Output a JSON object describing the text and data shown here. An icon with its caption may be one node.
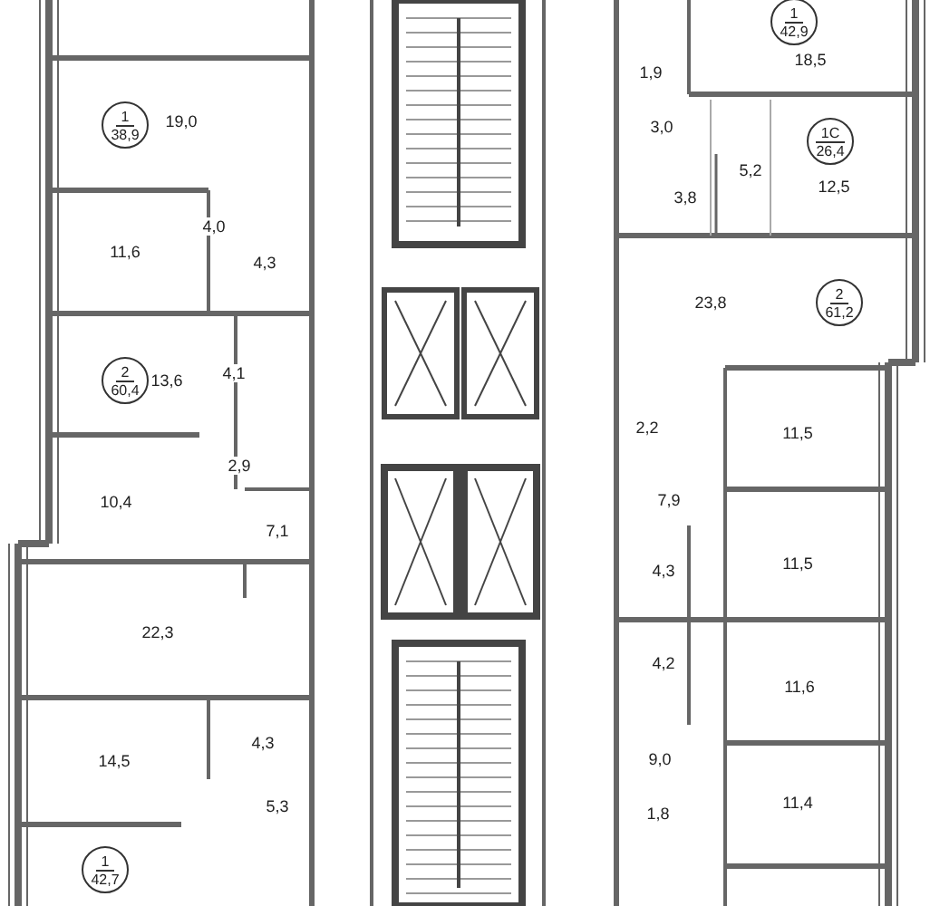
{
  "diagram": {
    "nodes": [
      {
        "text": [
          "1",
          "42,9"
        ]
      },
      {
        "text": [
          "1",
          "38,9"
        ]
      },
      {
        "text": [
          "1С",
          "26,4"
        ]
      },
      {
        "text": [
          "2",
          "61,2"
        ]
      },
      {
        "text": [
          "2",
          "60,4"
        ]
      },
      {
        "text": [
          "1",
          "42,7"
        ]
      }
    ],
    "labels": [
      "18,5",
      "1,9",
      "19,0",
      "3,0",
      "5,2",
      "12,5",
      "3,8",
      "4,0",
      "11,6",
      "4,3",
      "23,8",
      "4,1",
      "13,6",
      "2,2",
      "11,5",
      "2,9",
      "7,9",
      "10,4",
      "7,1",
      "11,5",
      "4,3",
      "22,3",
      "4,2",
      "11,6",
      "4,3",
      "9,0",
      "14,5",
      "11,4",
      "5,3",
      "1,8"
    ]
  }
}
